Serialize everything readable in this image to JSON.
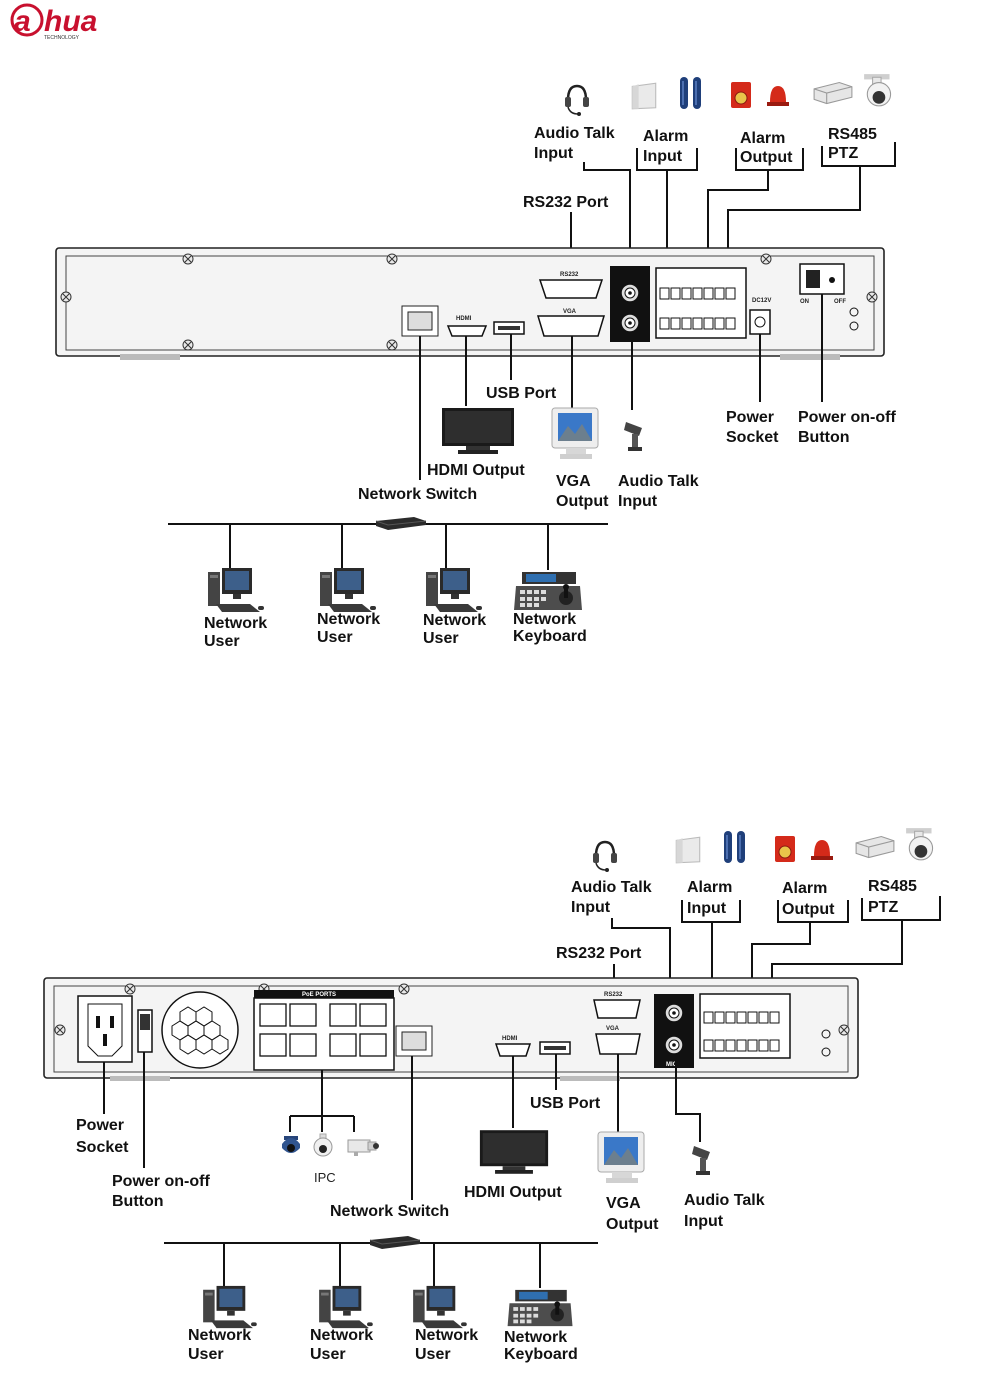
{
  "logo": {
    "wordmark_a": "a",
    "wordmark_rest": "hua",
    "tagline": "TECHNOLOGY",
    "color": "#c8102e"
  },
  "diagram1": {
    "labels": {
      "audio_talk_input_top": [
        "Audio Talk",
        "Input"
      ],
      "alarm_input": [
        "Alarm",
        "Input"
      ],
      "alarm_output": [
        "Alarm",
        "Output"
      ],
      "rs485_ptz": [
        "RS485",
        "PTZ"
      ],
      "rs232_port": "RS232 Port",
      "usb_port": "USB Port",
      "hdmi_output": "HDMI Output",
      "network_switch": "Network Switch",
      "vga_output": [
        "VGA",
        "Output"
      ],
      "audio_talk_input_bottom": [
        "Audio Talk",
        "Input"
      ],
      "power_socket": [
        "Power",
        "Socket"
      ],
      "power_button": [
        "Power on-off",
        "Button"
      ],
      "users": [
        [
          "Network",
          "User"
        ],
        [
          "Network",
          "User"
        ],
        [
          "Network",
          "User"
        ],
        [
          "Network",
          "Keyboard"
        ]
      ]
    },
    "panel_marks": {
      "rs232": "RS232",
      "vga": "VGA",
      "hdmi": "HDMI",
      "dc": "DC12V",
      "on": "ON",
      "off": "OFF"
    }
  },
  "diagram2": {
    "labels": {
      "audio_talk_input_top": [
        "Audio Talk",
        "Input"
      ],
      "alarm_input": [
        "Alarm",
        "Input"
      ],
      "alarm_output": [
        "Alarm",
        "Output"
      ],
      "rs485_ptz": [
        "RS485",
        "PTZ"
      ],
      "rs232_port": "RS232 Port",
      "usb_port": "USB Port",
      "hdmi_output": "HDMI Output",
      "network_switch": "Network Switch",
      "vga_output": [
        "VGA",
        "Output"
      ],
      "audio_talk_input_bottom": [
        "Audio Talk",
        "Input"
      ],
      "power_socket": [
        "Power",
        "Socket"
      ],
      "power_button": [
        "Power on-off",
        "Button"
      ],
      "ipc": "IPC",
      "users": [
        [
          "Network",
          "User"
        ],
        [
          "Network",
          "User"
        ],
        [
          "Network",
          "User"
        ],
        [
          "Network",
          "Keyboard"
        ]
      ]
    },
    "panel_marks": {
      "poe": "PoE PORTS",
      "rs232": "RS232",
      "vga": "VGA",
      "hdmi": "HDMI",
      "mic": "MIC"
    }
  },
  "colors": {
    "alarm_red": "#d42a1a",
    "sensor_blue": "#1f3f7a",
    "screen_blue": "#3a78c8",
    "wire": "#111111"
  }
}
